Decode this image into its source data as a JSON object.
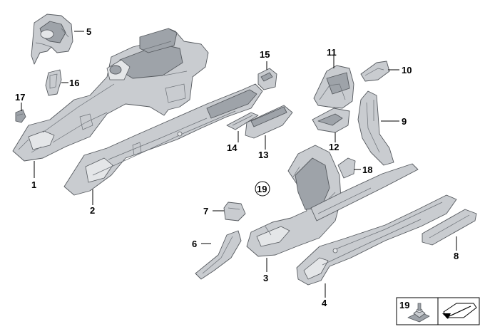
{
  "callouts": [
    {
      "id": "1",
      "label": "1"
    },
    {
      "id": "2",
      "label": "2"
    },
    {
      "id": "3",
      "label": "3"
    },
    {
      "id": "4",
      "label": "4"
    },
    {
      "id": "5",
      "label": "5"
    },
    {
      "id": "6",
      "label": "6"
    },
    {
      "id": "7",
      "label": "7"
    },
    {
      "id": "8",
      "label": "8"
    },
    {
      "id": "9",
      "label": "9"
    },
    {
      "id": "10",
      "label": "10"
    },
    {
      "id": "11",
      "label": "11"
    },
    {
      "id": "12",
      "label": "12"
    },
    {
      "id": "13",
      "label": "13"
    },
    {
      "id": "14",
      "label": "14"
    },
    {
      "id": "15",
      "label": "15"
    },
    {
      "id": "16",
      "label": "16"
    },
    {
      "id": "17",
      "label": "17"
    },
    {
      "id": "18",
      "label": "18"
    },
    {
      "id": "19",
      "label": "19"
    }
  ],
  "legend": {
    "label": "19"
  }
}
